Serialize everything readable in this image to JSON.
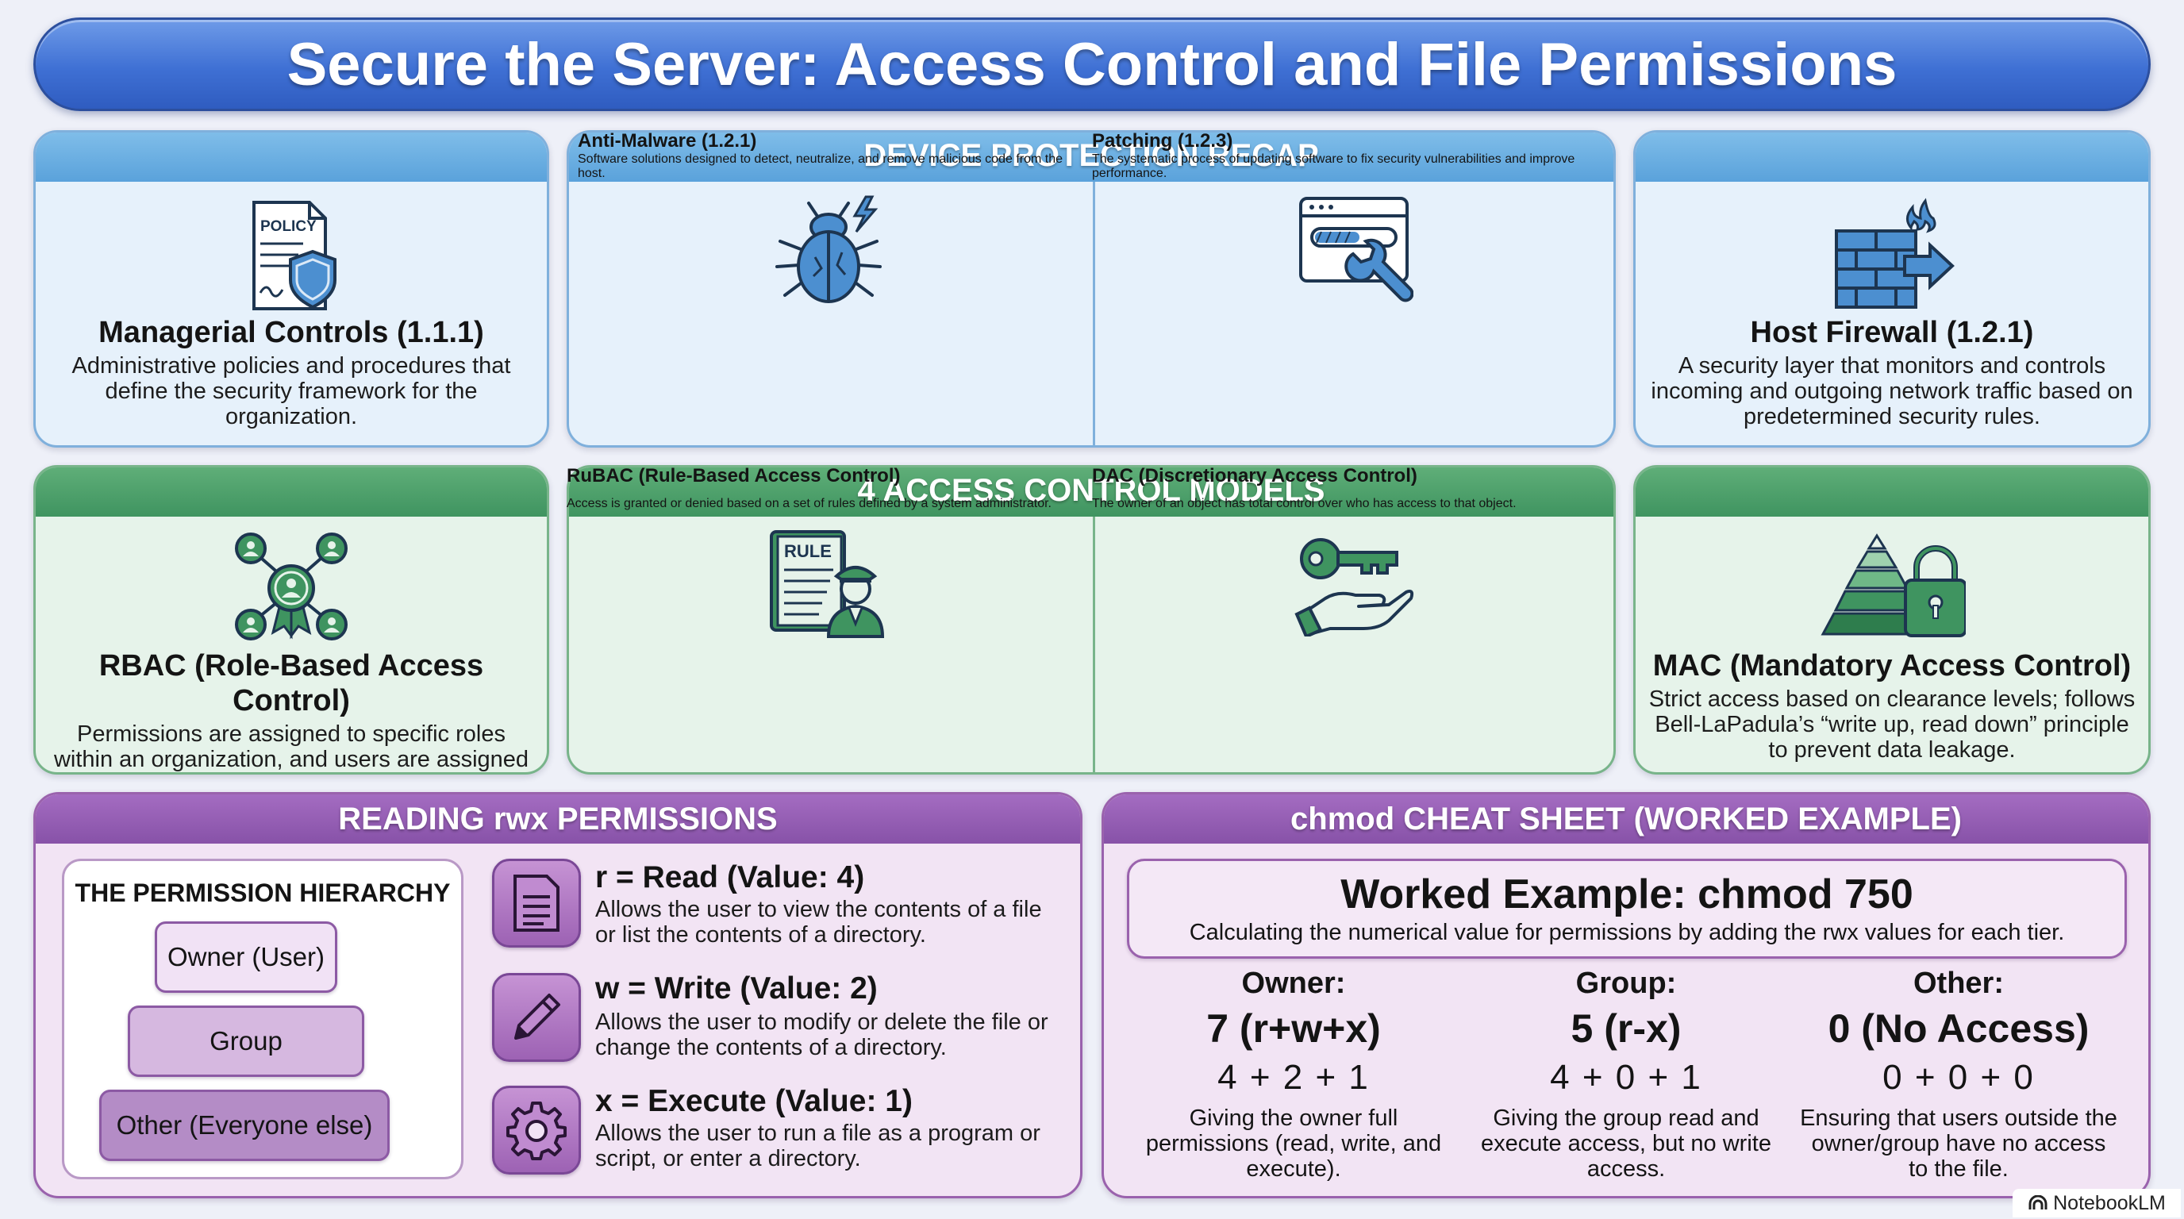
{
  "title": "Secure the Server: Access Control and File Permissions",
  "device_section": {
    "label": "DEVICE PROTECTION RECAP",
    "cards": [
      {
        "icon": "policy-document-icon",
        "title": "Managerial Controls (1.1.1)",
        "desc": "Administrative policies and procedures that define the security framework for the organization.",
        "icon_text": "POLICY"
      },
      {
        "icon": "bug-icon",
        "title": "Anti-Malware (1.2.1)",
        "desc": "Software solutions designed to detect, neutralize, and remove malicious code from the host."
      },
      {
        "icon": "patch-wrench-icon",
        "title": "Patching (1.2.3)",
        "desc": "The systematic process of updating software to fix security vulnerabilities and improve performance."
      },
      {
        "icon": "firewall-icon",
        "title": "Host Firewall (1.2.1)",
        "desc": "A security layer that monitors and controls incoming and outgoing network traffic based on predetermined security rules."
      }
    ]
  },
  "access_section": {
    "label": "4 ACCESS CONTROL MODELS",
    "cards": [
      {
        "icon": "role-network-icon",
        "title": "RBAC (Role-Based Access Control)",
        "desc": "Permissions are assigned to specific roles within an organization, and users are assigned to those roles."
      },
      {
        "icon": "rulebook-officer-icon",
        "title": "RuBAC (Rule-Based Access Control)",
        "desc": "Access is granted or denied based on a set of rules defined by a system administrator.",
        "icon_text": "RULE"
      },
      {
        "icon": "key-hand-icon",
        "title": "DAC (Discretionary Access Control)",
        "desc": "The owner of an object has total control over who has access to that object."
      },
      {
        "icon": "pyramid-lock-icon",
        "title": "MAC (Mandatory Access Control)",
        "desc": "Strict access based on clearance levels; follows Bell-LaPadula’s “write up, read down” principle to prevent data leakage."
      }
    ]
  },
  "rwx": {
    "label": "READING rwx PERMISSIONS",
    "hierarchy_title": "THE PERMISSION HIERARCHY",
    "tiers": [
      "Owner (User)",
      "Group",
      "Other (Everyone else)"
    ],
    "perms": [
      {
        "icon": "document-icon",
        "title": "r = Read (Value: 4)",
        "desc": "Allows the user to view the contents of a file or list the contents of a directory."
      },
      {
        "icon": "pencil-icon",
        "title": "w = Write (Value: 2)",
        "desc": "Allows the user to modify or delete the file or change the contents of a directory."
      },
      {
        "icon": "gear-icon",
        "title": "x = Execute (Value: 1)",
        "desc": "Allows the user to run a file as a program or script, or enter a directory."
      }
    ]
  },
  "chmod": {
    "label": "chmod CHEAT SHEET (WORKED EXAMPLE)",
    "example_title": "Worked Example: chmod 750",
    "example_sub": "Calculating the numerical value for permissions by adding the rwx values for each tier.",
    "tiers": [
      {
        "label": "Owner:",
        "value": "7 (r+w+x)",
        "calc": "4 + 2 + 1",
        "desc": "Giving the owner full permissions (read, write, and execute)."
      },
      {
        "label": "Group:",
        "value": "5 (r-x)",
        "calc": "4 + 0 + 1",
        "desc": "Giving the group read and execute access, but no write access."
      },
      {
        "label": "Other:",
        "value": "0 (No Access)",
        "calc": "0 + 0 + 0",
        "desc": "Ensuring that users outside the owner/group have no access to the file."
      }
    ]
  },
  "watermark": "NotebookLM",
  "colors": {
    "blue_accent": "#3f70d4",
    "green_accent": "#3f9460",
    "purple_accent": "#8752a8"
  }
}
